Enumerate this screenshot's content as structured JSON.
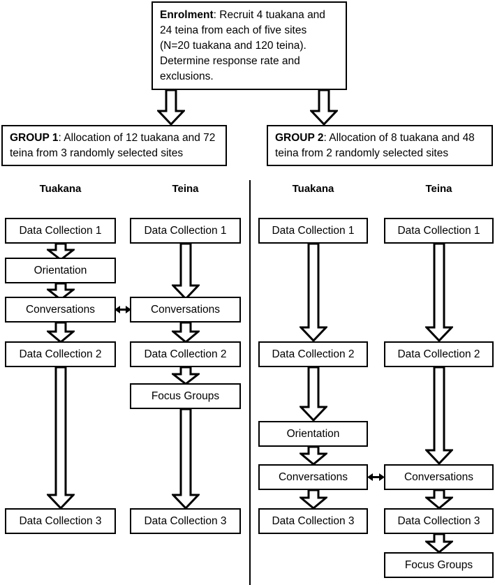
{
  "diagram": {
    "title_box": {
      "lead": "Enrolment",
      "rest": ": Recruit 4 tuakana and 24 teina from each of five sites (N=20 tuakana and 120 teina). Determine response rate and exclusions."
    },
    "group1_box": {
      "lead": "GROUP 1",
      "rest": ": Allocation of 12 tuakana and 72 teina from 3 randomly selected sites"
    },
    "group2_box": {
      "lead": "GROUP 2",
      "rest": ": Allocation of 8 tuakana and 48 teina from 2 randomly selected sites"
    },
    "headers": {
      "g1_tuakana": "Tuakana",
      "g1_teina": "Teina",
      "g2_tuakana": "Tuakana",
      "g2_teina": "Teina"
    },
    "group1": {
      "tuakana": [
        "Data Collection 1",
        "Orientation",
        "Conversations",
        "Data Collection 2",
        "Data Collection 3"
      ],
      "teina": [
        "Data Collection 1",
        "Conversations",
        "Data Collection 2",
        "Focus Groups",
        "Data Collection 3"
      ]
    },
    "group2": {
      "tuakana": [
        "Data Collection 1",
        "Data Collection 2",
        "Orientation",
        "Conversations",
        "Data Collection 3"
      ],
      "teina": [
        "Data Collection 1",
        "Data Collection 2",
        "Conversations",
        "Data Collection 3",
        "Focus Groups"
      ]
    },
    "colors": {
      "stroke": "#000000",
      "fill": "#ffffff",
      "text": "#000000"
    }
  }
}
